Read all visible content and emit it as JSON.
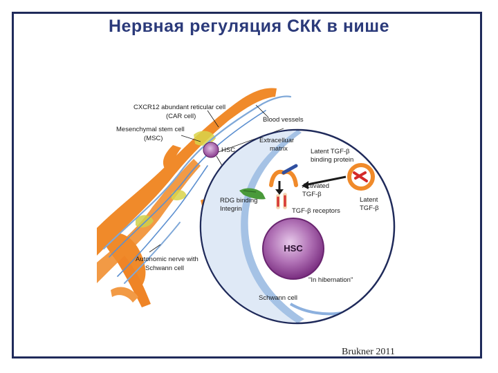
{
  "slide": {
    "title": "Нервная регуляция СКК в нише",
    "citation": "Brukner 2011"
  },
  "labels": {
    "car_cell_1": "CXCR12 abundant reticular cell",
    "car_cell_2": "(CAR cell)",
    "blood_vessels": "Blood vessels",
    "msc_1": "Mesenchymal stem cell",
    "msc_2": "(MSC)",
    "hsc_small": "HSC",
    "ecm_1": "Extracelluar",
    "ecm_2": "matrix",
    "latent_bp_1": "Latent TGF-β",
    "latent_bp_2": "binding protein",
    "activated_1": "Activated",
    "activated_2": "TGF-β",
    "latent_1": "Latent",
    "latent_2": "TGF-β",
    "rdg_1": "RDG binding",
    "rdg_2": "Integrin",
    "tgf_receptors": "TGF-β receptors",
    "hsc_big": "HSC",
    "hibernation": "\"In hibernation\"",
    "schwann": "Schwann cell",
    "nerve_1": "Autonomic nerve with",
    "nerve_2": "Schwann cell"
  },
  "colors": {
    "border": "#1f2a5a",
    "title": "#2b3a7a",
    "orange": "#f08a2a",
    "blue_light": "#d8e6f5",
    "blue_mid": "#5b8fd0",
    "purple": "#8a3b8f",
    "red": "#d42a2a",
    "green": "#4a9a3a"
  }
}
